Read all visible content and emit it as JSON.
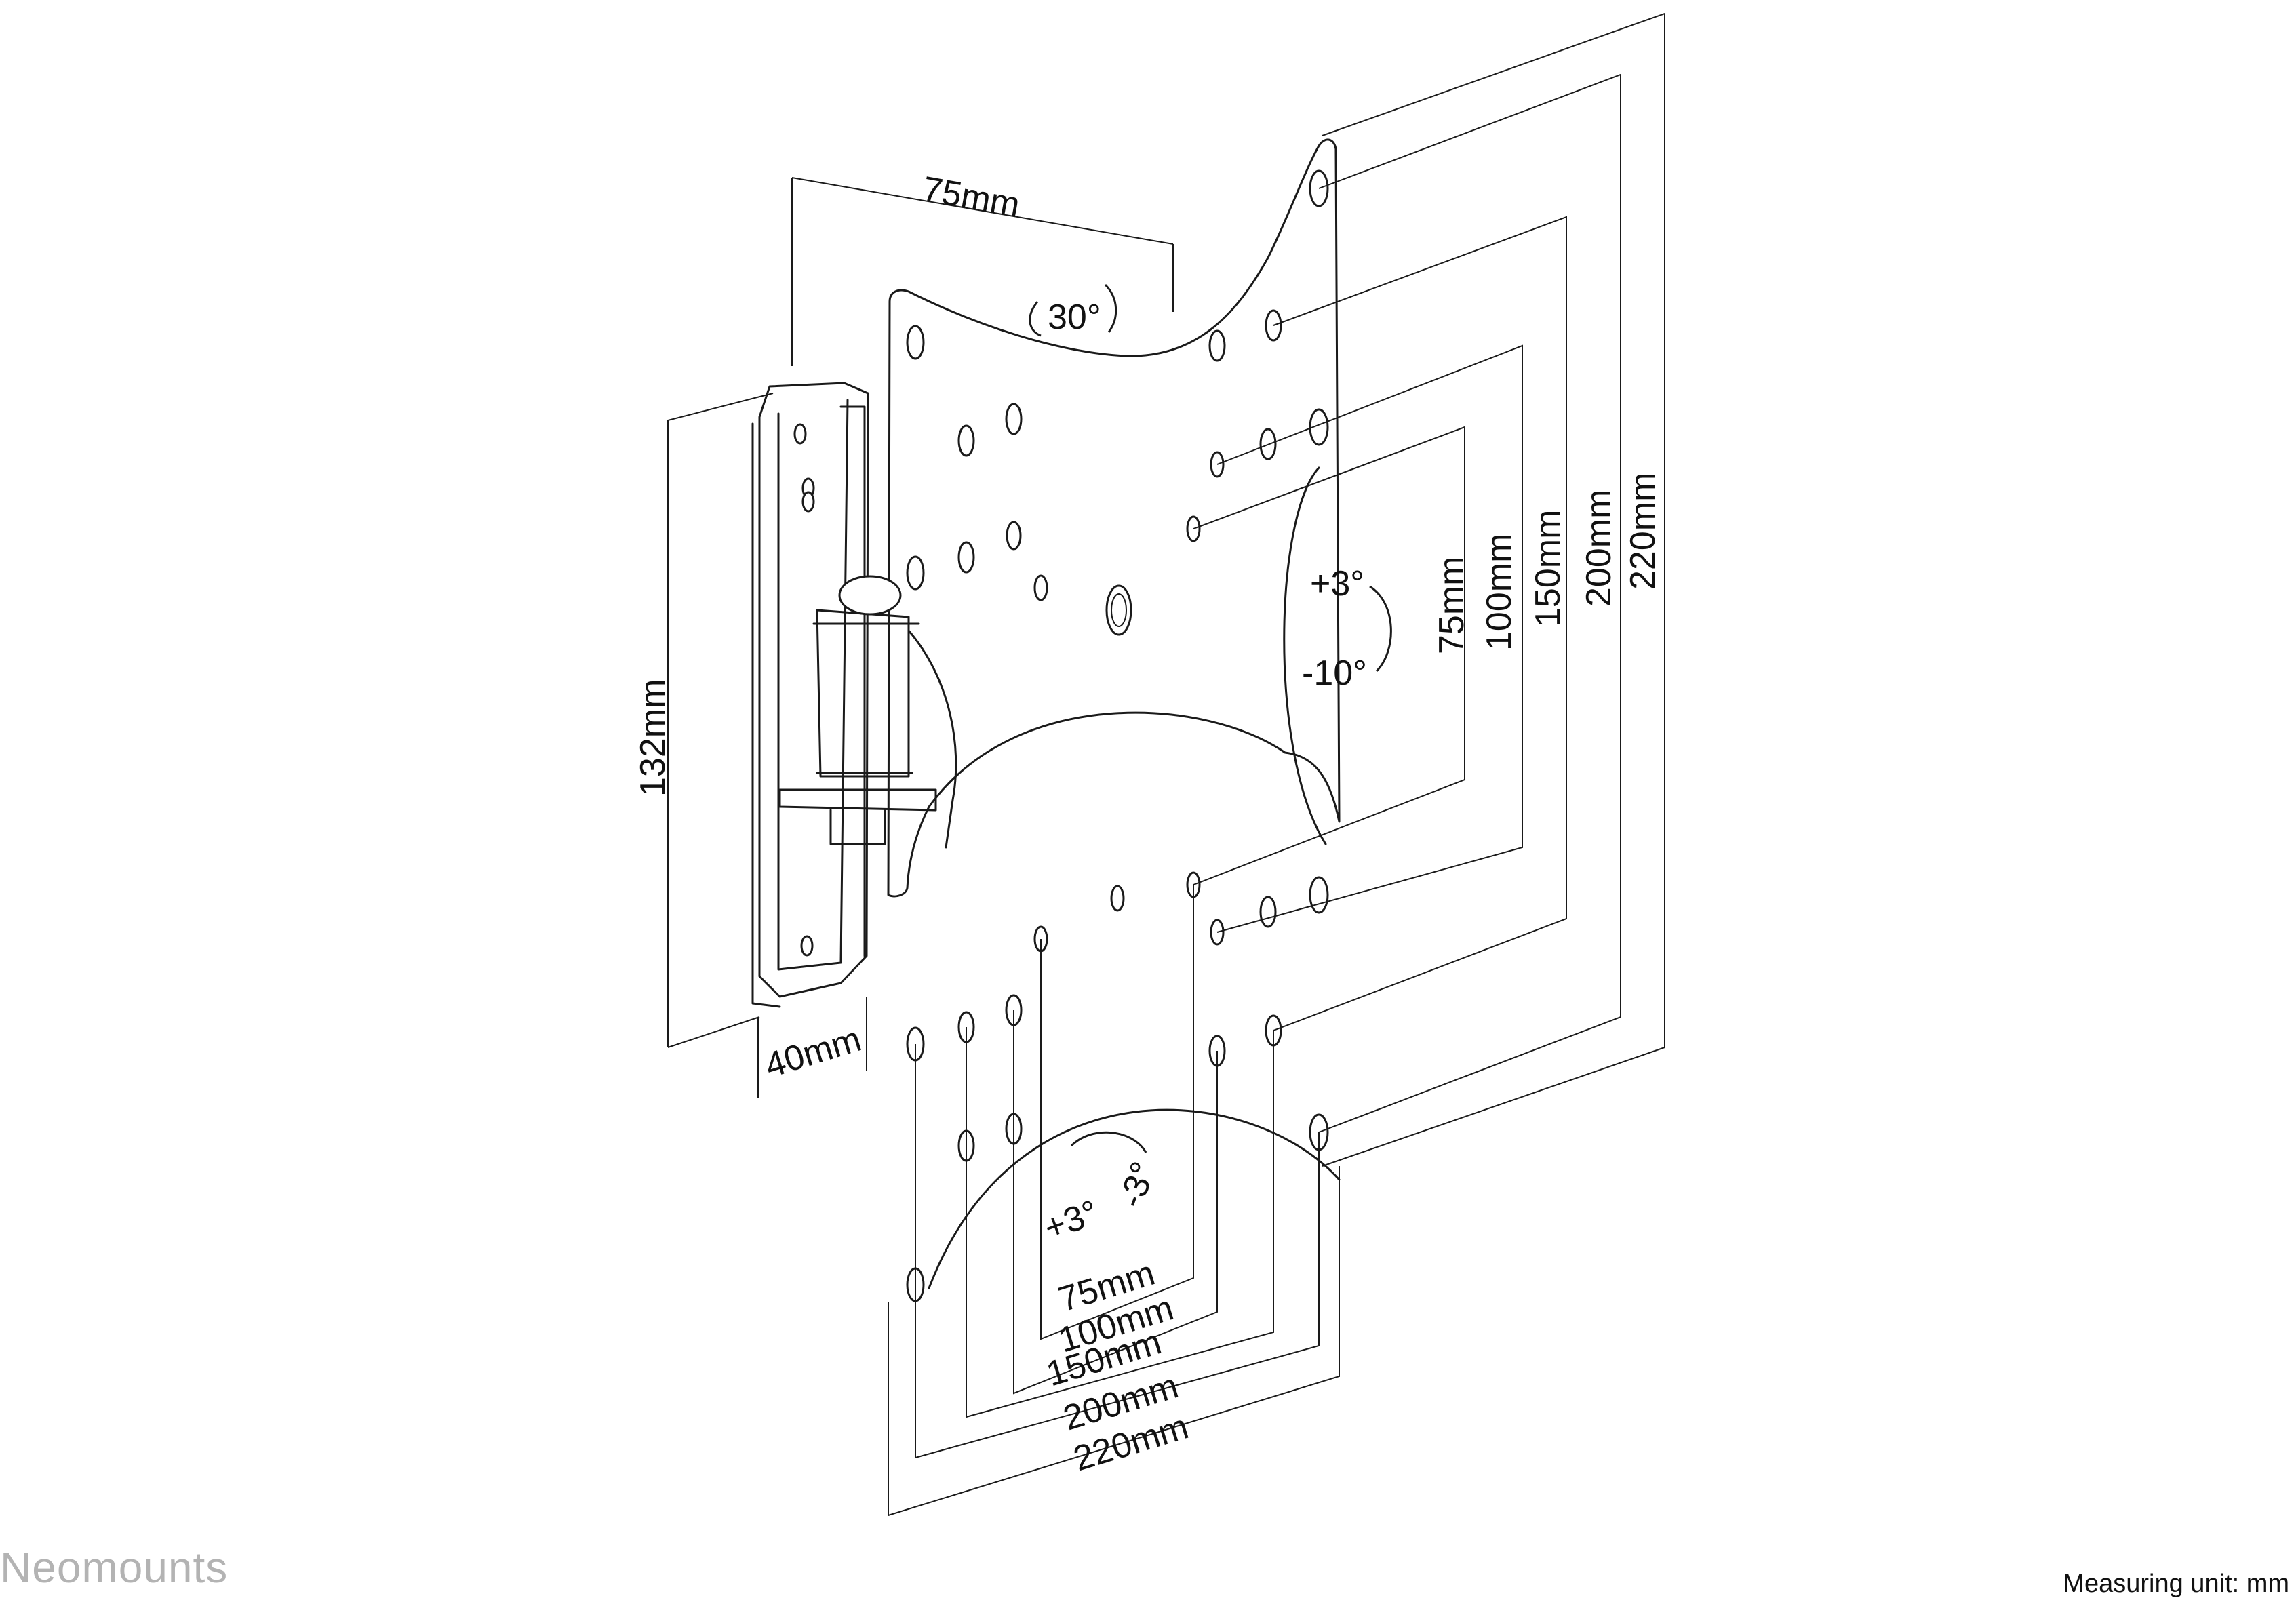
{
  "brand": "Neomounts",
  "measuring_unit": "Measuring unit: mm",
  "dimensions": {
    "bracket_width": "75mm",
    "bracket_height": "132mm",
    "bracket_depth": "40mm",
    "swivel": "30°",
    "tilt_up": "+3°",
    "tilt_down": "-10°",
    "rotate_plus": "+3°",
    "rotate_minus": "-3°",
    "vesa_vertical": [
      "75mm",
      "100mm",
      "150mm",
      "200mm",
      "220mm"
    ],
    "vesa_horizontal": [
      "75mm",
      "100mm",
      "150mm",
      "200mm",
      "220mm"
    ]
  },
  "colors": {
    "line": "#1a1a1a",
    "brand": "#b3b3b3"
  }
}
